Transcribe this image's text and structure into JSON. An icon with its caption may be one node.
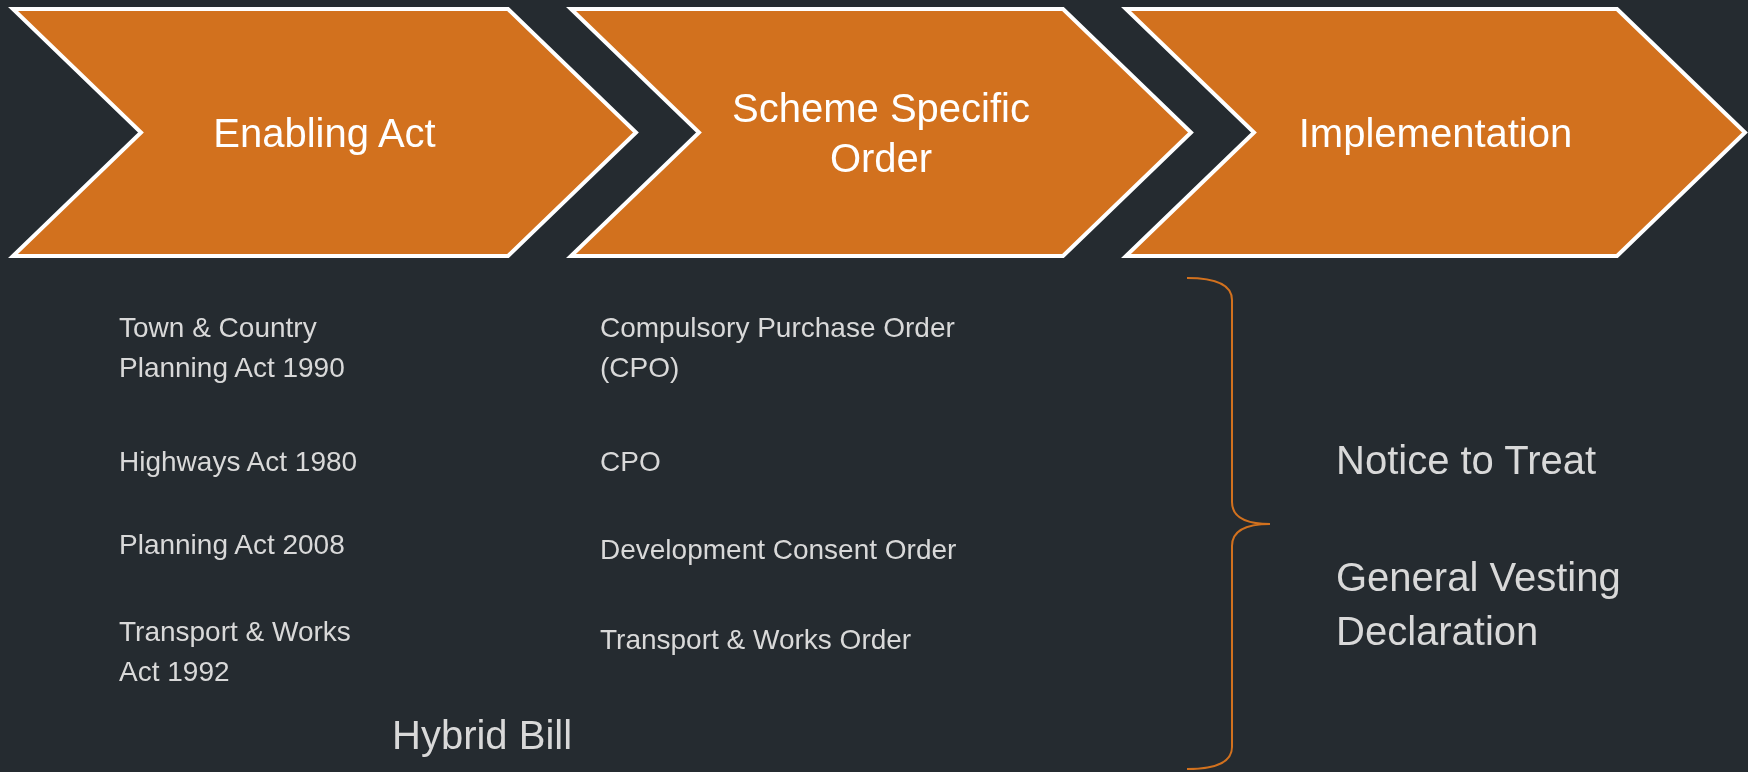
{
  "diagram": {
    "nodes": [
      {
        "text": [
          "Enabling Act"
        ]
      },
      {
        "text": [
          "Scheme Specific Order"
        ]
      },
      {
        "text": [
          "Implementation"
        ]
      }
    ],
    "labels": [
      "Town & Country Planning Act 1990",
      "Compulsory Purchase Order (CPO)",
      "Highways Act 1980",
      "CPO",
      "Notice to Treat",
      "Planning Act 2008",
      "Development Consent Order",
      "General Vesting Declaration",
      "Transport & Works Act 1992",
      "Transport & Works Order",
      "Hybrid Bill"
    ]
  }
}
